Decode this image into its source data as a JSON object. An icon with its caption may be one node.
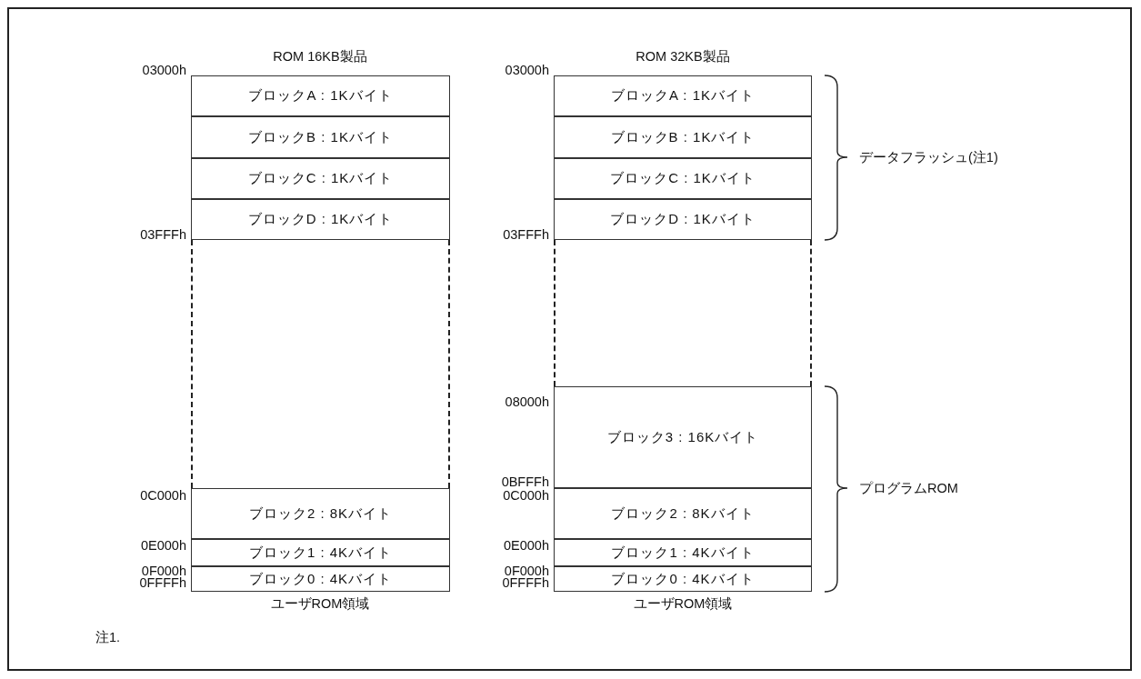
{
  "diagram": {
    "nodes": [
      {
        "text": [
          "ブロックA : 1Kバイト"
        ]
      },
      {
        "text": [
          "ブロックB : 1Kバイト"
        ]
      },
      {
        "text": [
          "ブロックC : 1Kバイト"
        ]
      },
      {
        "text": [
          "ブロックD : 1Kバイト"
        ]
      },
      {
        "text": [],
        "shape": "box"
      },
      {
        "text": [
          "ブロック2 : 8Kバイト"
        ]
      },
      {
        "text": [
          "ブロック1 : 4Kバイト"
        ]
      },
      {
        "text": [
          "ブロック0 : 4Kバイト"
        ]
      },
      {
        "text": [
          "ブロックA : 1Kバイト"
        ]
      },
      {
        "text": [
          "ブロックB : 1Kバイト"
        ]
      },
      {
        "text": [
          "ブロックC : 1Kバイト"
        ]
      },
      {
        "text": [
          "ブロックD : 1Kバイト"
        ]
      },
      {
        "text": [],
        "shape": "box"
      },
      {
        "text": [
          "ブロック3 : 16Kバイト"
        ]
      },
      {
        "text": [
          "ブロック2 : 8Kバイト"
        ]
      },
      {
        "text": [
          "ブロック1 : 4Kバイト"
        ]
      },
      {
        "text": [
          "ブロック0 : 4Kバイト"
        ]
      }
    ],
    "edges": [],
    "labels": [
      "ROM 16KB製品",
      "ROM 32KB製品",
      "03000h",
      "03FFFh",
      "0C000h",
      "0E000h",
      "0F000h",
      "0FFFFh",
      "ユーザROM領域",
      "03000h",
      "03FFFh",
      "08000h",
      "0BFFFh",
      "0C000h",
      "0E000h",
      "0F000h",
      "0FFFFh",
      "ユーザROM領域",
      "データフラッシュ(注1)",
      "プログラムROM",
      "注1."
    ]
  }
}
